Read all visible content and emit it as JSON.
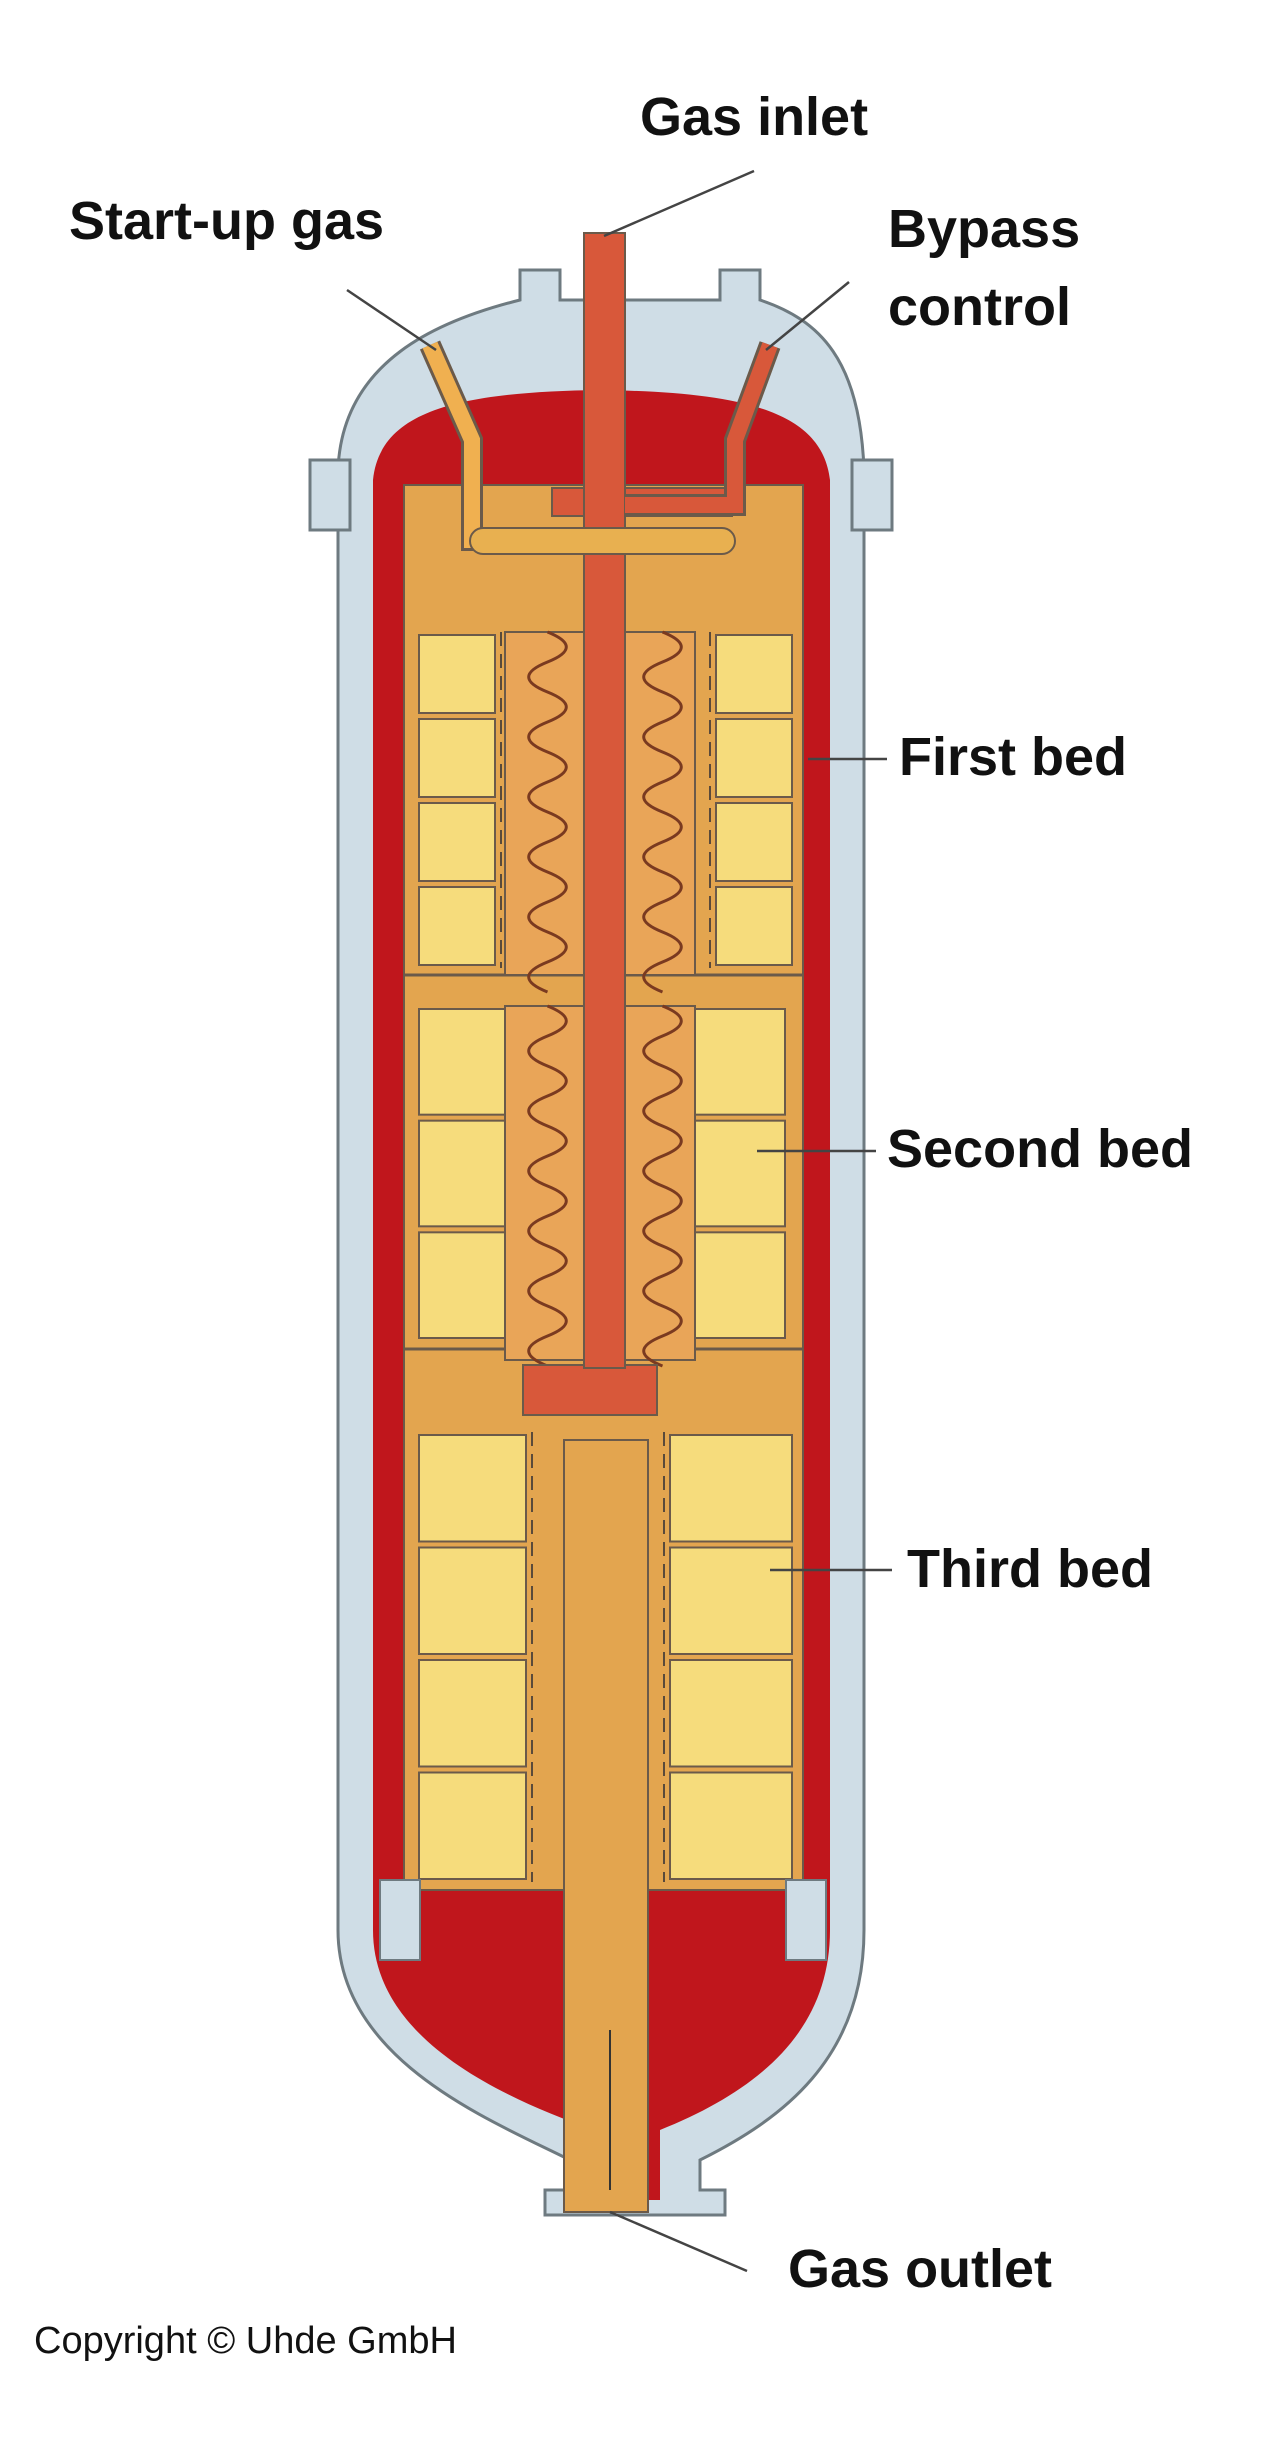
{
  "labels": {
    "gas_inlet": "Gas inlet",
    "startup_gas": "Start-up gas",
    "bypass_line1": "Bypass",
    "bypass_line2": "control",
    "first_bed": "First bed",
    "second_bed": "Second bed",
    "third_bed": "Third bed",
    "gas_outlet": "Gas outlet"
  },
  "copyright": "Copyright © Uhde GmbH",
  "colors": {
    "shell": "#cfdde6",
    "lining": "#c0161c",
    "interior": "#e3a54f",
    "catalyst": "#f6dc7c",
    "pipe": "#d8583a",
    "outline": "#6b5a4a"
  }
}
